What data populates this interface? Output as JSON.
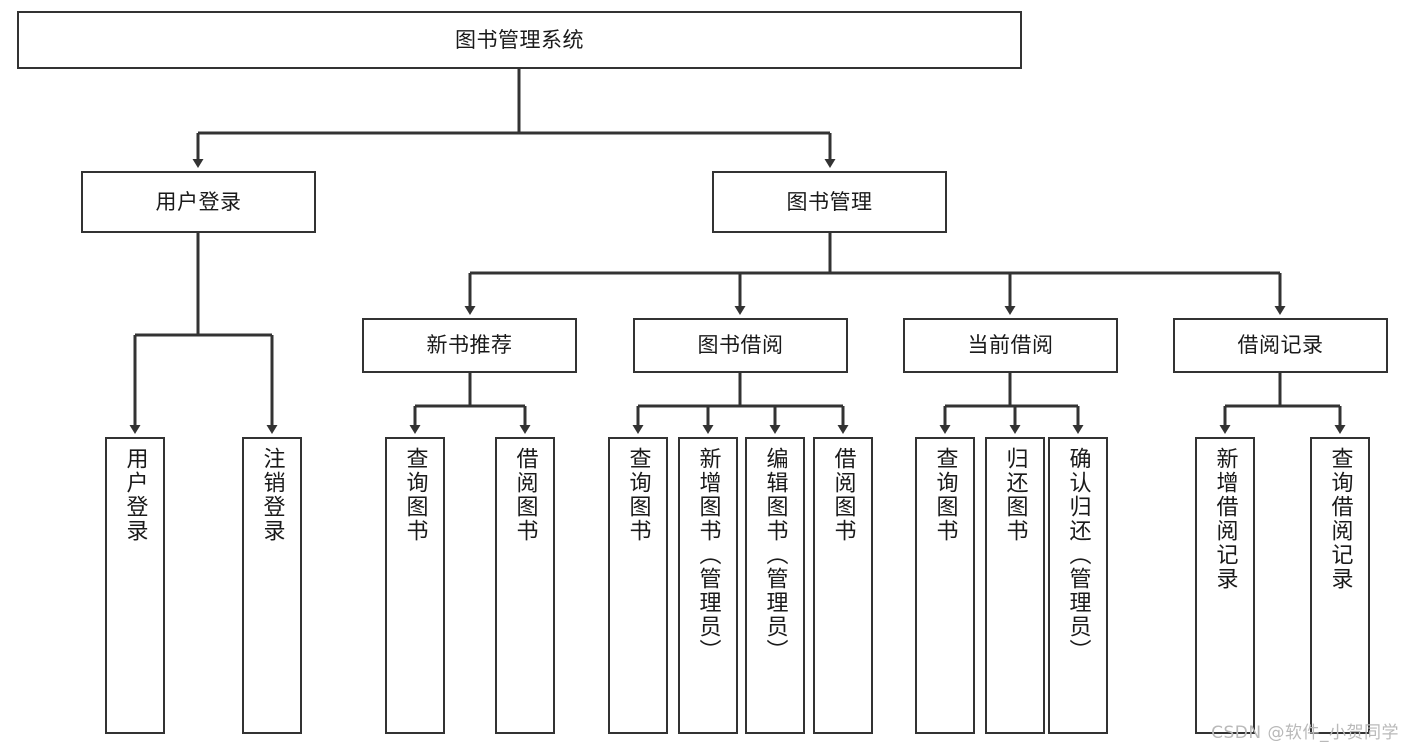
{
  "diagram": {
    "title": "图书管理系统",
    "watermark": "CSDN @软件_小贺同学",
    "stroke_color": "#333333",
    "background_color": "#ffffff",
    "text_color": "#1a1a1a",
    "watermark_color": "#b9b9b9",
    "nodes": {
      "root": "图书管理系统",
      "user_login": "用户登录",
      "book_manage": "图书管理",
      "new_book_rec": "新书推荐",
      "book_borrow": "图书借阅",
      "current_borrow": "当前借阅",
      "borrow_record": "借阅记录",
      "leaf_user_login": "用户登录",
      "leaf_logout": "注销登录",
      "leaf_query_book_1": "查询图书",
      "leaf_borrow_book_1": "借阅图书",
      "leaf_query_book_2": "查询图书",
      "leaf_add_book_admin": "新增图书（管理员）",
      "leaf_edit_book_admin": "编辑图书（管理员）",
      "leaf_borrow_book_2": "借阅图书",
      "leaf_query_book_3": "查询图书",
      "leaf_return_book": "归还图书",
      "leaf_confirm_return_admin": "确认归还（管理员）",
      "leaf_add_borrow_record": "新增借阅记录",
      "leaf_query_borrow_record": "查询借阅记录"
    }
  }
}
